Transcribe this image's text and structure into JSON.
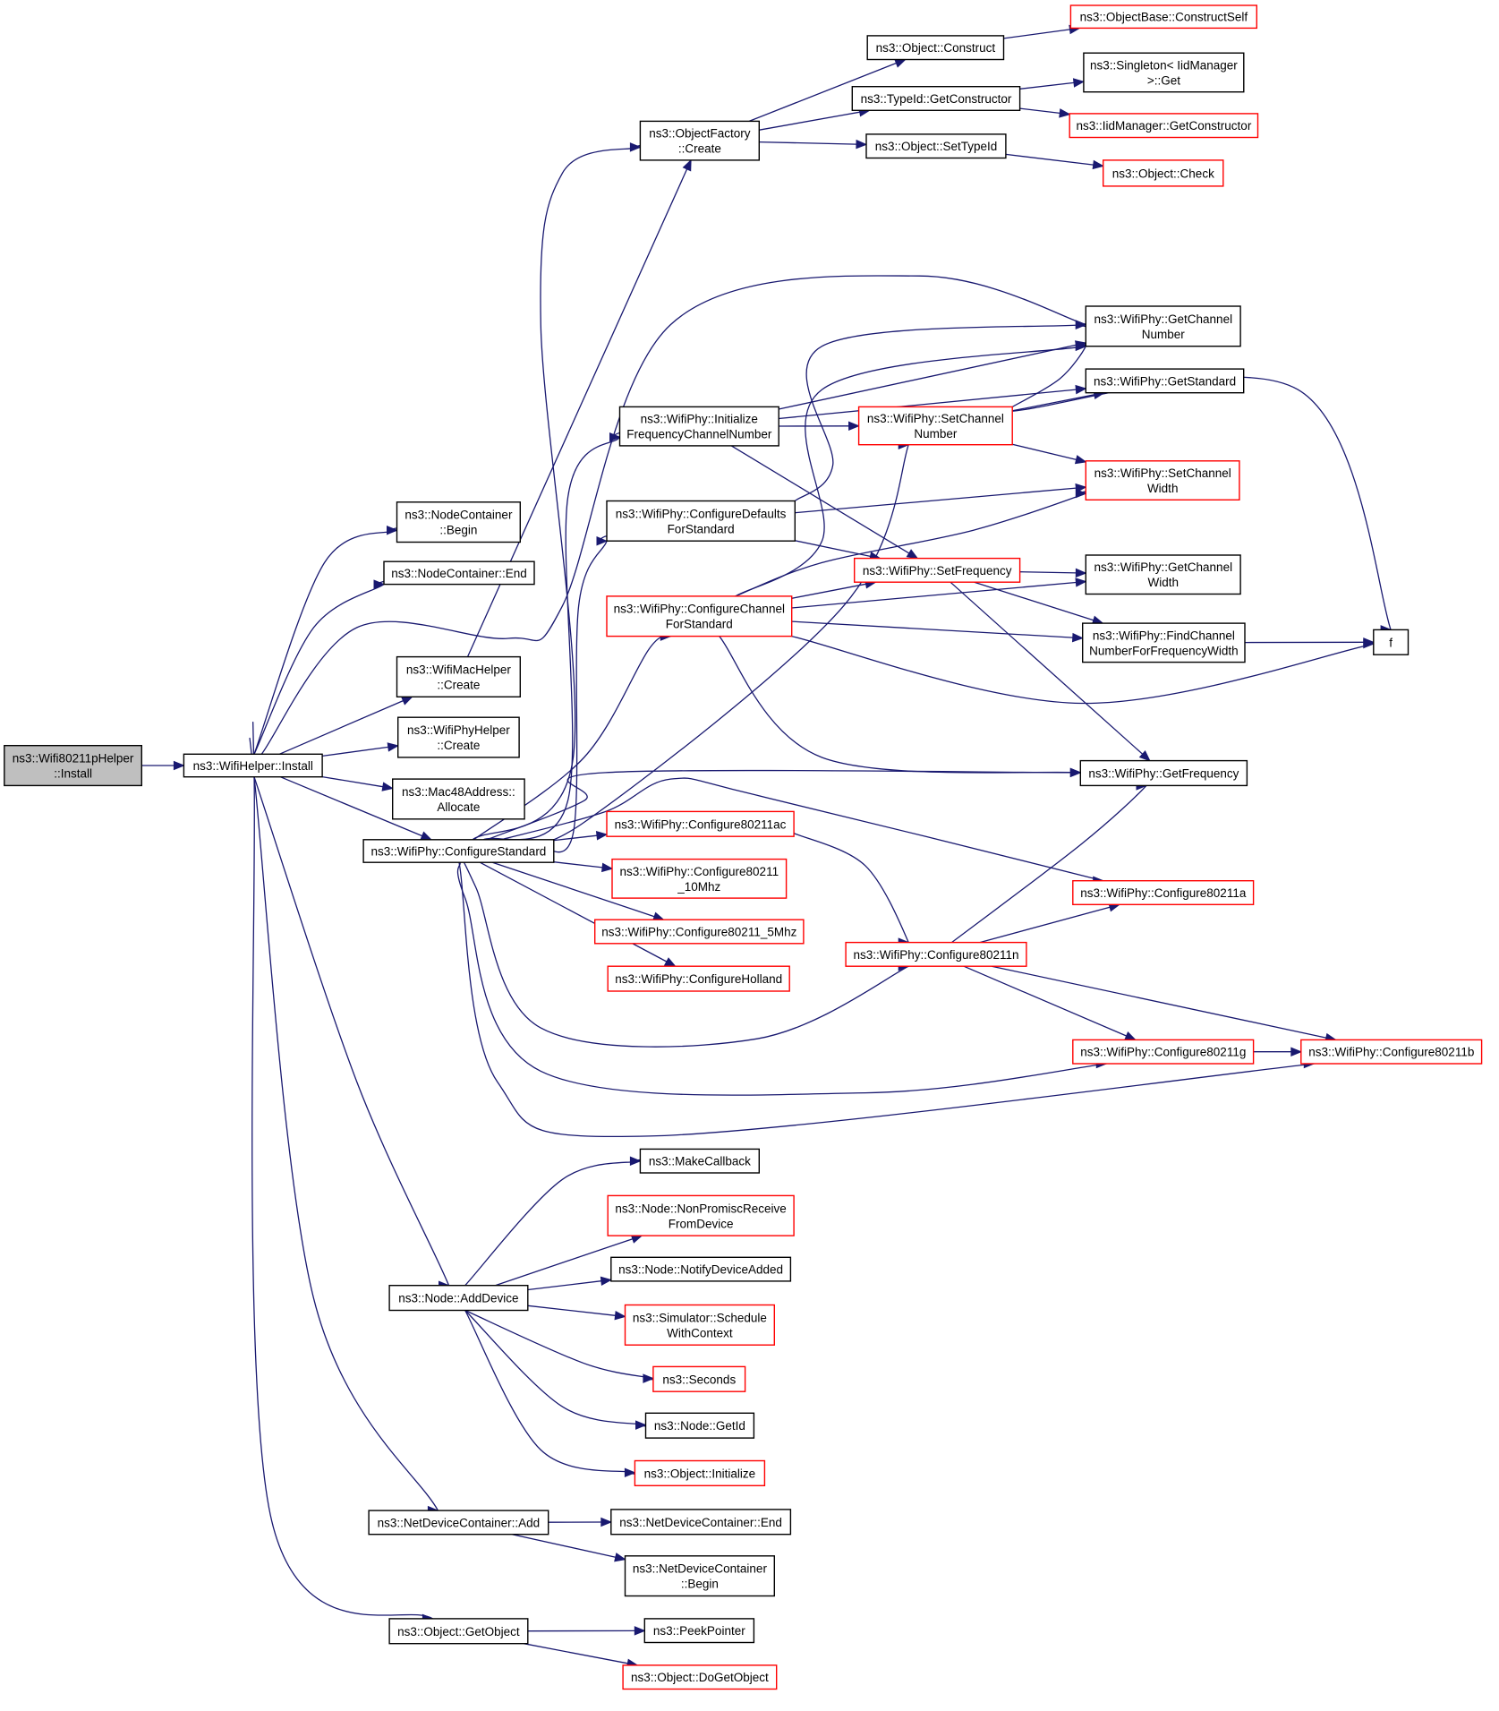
{
  "diagram": {
    "type": "call-graph",
    "colors": {
      "edge": "#191970",
      "focus_fill": "#bfbfbf",
      "documented_border": "#000000",
      "undocumented_border": "#ff0000"
    },
    "nodes": [
      {
        "id": "root",
        "lines": [
          "ns3::Wifi80211pHelper",
          "::Install"
        ],
        "style": "focus"
      },
      {
        "id": "wifiHelperInstall",
        "lines": [
          "ns3::WifiHelper::Install"
        ],
        "style": "black"
      },
      {
        "id": "ncBegin",
        "lines": [
          "ns3::NodeContainer",
          "::Begin"
        ],
        "style": "black"
      },
      {
        "id": "ncEnd",
        "lines": [
          "ns3::NodeContainer::End"
        ],
        "style": "black"
      },
      {
        "id": "macCreate",
        "lines": [
          "ns3::WifiMacHelper",
          "::Create"
        ],
        "style": "black"
      },
      {
        "id": "phyHelperCreate",
        "lines": [
          "ns3::WifiPhyHelper",
          "::Create"
        ],
        "style": "black"
      },
      {
        "id": "macAlloc",
        "lines": [
          "ns3::Mac48Address::",
          "Allocate"
        ],
        "style": "black"
      },
      {
        "id": "configStd",
        "lines": [
          "ns3::WifiPhy::ConfigureStandard"
        ],
        "style": "black"
      },
      {
        "id": "addDevice",
        "lines": [
          "ns3::Node::AddDevice"
        ],
        "style": "black"
      },
      {
        "id": "ndcAdd",
        "lines": [
          "ns3::NetDeviceContainer::Add"
        ],
        "style": "black"
      },
      {
        "id": "getObject",
        "lines": [
          "ns3::Object::GetObject"
        ],
        "style": "black"
      },
      {
        "id": "ofCreate",
        "lines": [
          "ns3::ObjectFactory",
          "::Create"
        ],
        "style": "black"
      },
      {
        "id": "objConstruct",
        "lines": [
          "ns3::Object::Construct"
        ],
        "style": "black"
      },
      {
        "id": "getCtor",
        "lines": [
          "ns3::TypeId::GetConstructor"
        ],
        "style": "black"
      },
      {
        "id": "setTypeId",
        "lines": [
          "ns3::Object::SetTypeId"
        ],
        "style": "black"
      },
      {
        "id": "constructSelf",
        "lines": [
          "ns3::ObjectBase::ConstructSelf"
        ],
        "style": "red"
      },
      {
        "id": "singletonGet",
        "lines": [
          "ns3::Singleton< IidManager",
          ">::Get"
        ],
        "style": "black"
      },
      {
        "id": "iidGetCtor",
        "lines": [
          "ns3::IidManager::GetConstructor"
        ],
        "style": "red"
      },
      {
        "id": "objCheck",
        "lines": [
          "ns3::Object::Check"
        ],
        "style": "red"
      },
      {
        "id": "initFreq",
        "lines": [
          "ns3::WifiPhy::Initialize",
          "FrequencyChannelNumber"
        ],
        "style": "black"
      },
      {
        "id": "cfgDefaults",
        "lines": [
          "ns3::WifiPhy::ConfigureDefaults",
          "ForStandard"
        ],
        "style": "black"
      },
      {
        "id": "cfgChannel",
        "lines": [
          "ns3::WifiPhy::ConfigureChannel",
          "ForStandard"
        ],
        "style": "red"
      },
      {
        "id": "getChanNum",
        "lines": [
          "ns3::WifiPhy::GetChannel",
          "Number"
        ],
        "style": "black"
      },
      {
        "id": "getStandard",
        "lines": [
          "ns3::WifiPhy::GetStandard"
        ],
        "style": "black"
      },
      {
        "id": "setChanNum",
        "lines": [
          "ns3::WifiPhy::SetChannel",
          "Number"
        ],
        "style": "red"
      },
      {
        "id": "setChanWidth",
        "lines": [
          "ns3::WifiPhy::SetChannel",
          "Width"
        ],
        "style": "red"
      },
      {
        "id": "setFreq",
        "lines": [
          "ns3::WifiPhy::SetFrequency"
        ],
        "style": "red"
      },
      {
        "id": "getChanWidth",
        "lines": [
          "ns3::WifiPhy::GetChannel",
          "Width"
        ],
        "style": "black"
      },
      {
        "id": "findChan",
        "lines": [
          "ns3::WifiPhy::FindChannel",
          "NumberForFrequencyWidth"
        ],
        "style": "black"
      },
      {
        "id": "f",
        "lines": [
          "f"
        ],
        "style": "black"
      },
      {
        "id": "getFreq",
        "lines": [
          "ns3::WifiPhy::GetFrequency"
        ],
        "style": "black"
      },
      {
        "id": "c11ac",
        "lines": [
          "ns3::WifiPhy::Configure80211ac"
        ],
        "style": "red"
      },
      {
        "id": "c10",
        "lines": [
          "ns3::WifiPhy::Configure80211",
          "_10Mhz"
        ],
        "style": "red"
      },
      {
        "id": "c5",
        "lines": [
          "ns3::WifiPhy::Configure80211_5Mhz"
        ],
        "style": "red"
      },
      {
        "id": "cHolland",
        "lines": [
          "ns3::WifiPhy::ConfigureHolland"
        ],
        "style": "red"
      },
      {
        "id": "c11a",
        "lines": [
          "ns3::WifiPhy::Configure80211a"
        ],
        "style": "red"
      },
      {
        "id": "c11n",
        "lines": [
          "ns3::WifiPhy::Configure80211n"
        ],
        "style": "red"
      },
      {
        "id": "c11g",
        "lines": [
          "ns3::WifiPhy::Configure80211g"
        ],
        "style": "red"
      },
      {
        "id": "c11b",
        "lines": [
          "ns3::WifiPhy::Configure80211b"
        ],
        "style": "red"
      },
      {
        "id": "makeCallback",
        "lines": [
          "ns3::MakeCallback"
        ],
        "style": "black"
      },
      {
        "id": "nonPromisc",
        "lines": [
          "ns3::Node::NonPromiscReceive",
          "FromDevice"
        ],
        "style": "red"
      },
      {
        "id": "notifyAdded",
        "lines": [
          "ns3::Node::NotifyDeviceAdded"
        ],
        "style": "black"
      },
      {
        "id": "schedCtx",
        "lines": [
          "ns3::Simulator::Schedule",
          "WithContext"
        ],
        "style": "red"
      },
      {
        "id": "seconds",
        "lines": [
          "ns3::Seconds"
        ],
        "style": "red"
      },
      {
        "id": "nodeGetId",
        "lines": [
          "ns3::Node::GetId"
        ],
        "style": "black"
      },
      {
        "id": "objInit",
        "lines": [
          "ns3::Object::Initialize"
        ],
        "style": "red"
      },
      {
        "id": "ndcEnd",
        "lines": [
          "ns3::NetDeviceContainer::End"
        ],
        "style": "black"
      },
      {
        "id": "ndcBegin",
        "lines": [
          "ns3::NetDeviceContainer",
          "::Begin"
        ],
        "style": "black"
      },
      {
        "id": "peekPointer",
        "lines": [
          "ns3::PeekPointer"
        ],
        "style": "black"
      },
      {
        "id": "doGetObject",
        "lines": [
          "ns3::Object::DoGetObject"
        ],
        "style": "red"
      }
    ],
    "edges": [
      [
        "root",
        "wifiHelperInstall"
      ],
      [
        "wifiHelperInstall",
        "ncBegin"
      ],
      [
        "wifiHelperInstall",
        "ncEnd"
      ],
      [
        "wifiHelperInstall",
        "getChanNum"
      ],
      [
        "wifiHelperInstall",
        "macCreate"
      ],
      [
        "wifiHelperInstall",
        "phyHelperCreate"
      ],
      [
        "wifiHelperInstall",
        "macAlloc"
      ],
      [
        "wifiHelperInstall",
        "configStd"
      ],
      [
        "wifiHelperInstall",
        "addDevice"
      ],
      [
        "wifiHelperInstall",
        "ndcAdd"
      ],
      [
        "wifiHelperInstall",
        "getObject"
      ],
      [
        "macCreate",
        "ofCreate"
      ],
      [
        "ofCreate",
        "objConstruct"
      ],
      [
        "ofCreate",
        "getCtor"
      ],
      [
        "ofCreate",
        "setTypeId"
      ],
      [
        "objConstruct",
        "constructSelf"
      ],
      [
        "getCtor",
        "singletonGet"
      ],
      [
        "getCtor",
        "iidGetCtor"
      ],
      [
        "setTypeId",
        "objCheck"
      ],
      [
        "configStd",
        "ofCreate"
      ],
      [
        "configStd",
        "initFreq"
      ],
      [
        "configStd",
        "cfgDefaults"
      ],
      [
        "configStd",
        "cfgChannel"
      ],
      [
        "configStd",
        "setChanNum"
      ],
      [
        "configStd",
        "getFreq"
      ],
      [
        "configStd",
        "c11ac"
      ],
      [
        "configStd",
        "c10"
      ],
      [
        "configStd",
        "c5"
      ],
      [
        "configStd",
        "cHolland"
      ],
      [
        "configStd",
        "c11a"
      ],
      [
        "configStd",
        "c11n"
      ],
      [
        "configStd",
        "c11g"
      ],
      [
        "configStd",
        "c11b"
      ],
      [
        "initFreq",
        "getChanNum"
      ],
      [
        "initFreq",
        "getStandard"
      ],
      [
        "initFreq",
        "setChanNum"
      ],
      [
        "initFreq",
        "setFreq"
      ],
      [
        "cfgDefaults",
        "getChanNum"
      ],
      [
        "cfgDefaults",
        "setChanWidth"
      ],
      [
        "cfgDefaults",
        "setFreq"
      ],
      [
        "cfgChannel",
        "getChanNum"
      ],
      [
        "cfgChannel",
        "setChanWidth"
      ],
      [
        "cfgChannel",
        "setFreq"
      ],
      [
        "cfgChannel",
        "getChanWidth"
      ],
      [
        "cfgChannel",
        "findChan"
      ],
      [
        "cfgChannel",
        "f"
      ],
      [
        "cfgChannel",
        "getFreq"
      ],
      [
        "setChanNum",
        "getChanNum"
      ],
      [
        "setChanNum",
        "getStandard"
      ],
      [
        "setChanNum",
        "setChanWidth"
      ],
      [
        "setChanNum",
        "f"
      ],
      [
        "setFreq",
        "getChanWidth"
      ],
      [
        "setFreq",
        "findChan"
      ],
      [
        "setFreq",
        "getFreq"
      ],
      [
        "findChan",
        "f"
      ],
      [
        "c11ac",
        "c11n"
      ],
      [
        "c11n",
        "getFreq"
      ],
      [
        "c11n",
        "c11a"
      ],
      [
        "c11n",
        "c11g"
      ],
      [
        "c11n",
        "c11b"
      ],
      [
        "c11g",
        "c11b"
      ],
      [
        "addDevice",
        "makeCallback"
      ],
      [
        "addDevice",
        "nonPromisc"
      ],
      [
        "addDevice",
        "notifyAdded"
      ],
      [
        "addDevice",
        "schedCtx"
      ],
      [
        "addDevice",
        "seconds"
      ],
      [
        "addDevice",
        "nodeGetId"
      ],
      [
        "addDevice",
        "objInit"
      ],
      [
        "ndcAdd",
        "ndcEnd"
      ],
      [
        "ndcAdd",
        "ndcBegin"
      ],
      [
        "getObject",
        "peekPointer"
      ],
      [
        "getObject",
        "doGetObject"
      ]
    ]
  }
}
